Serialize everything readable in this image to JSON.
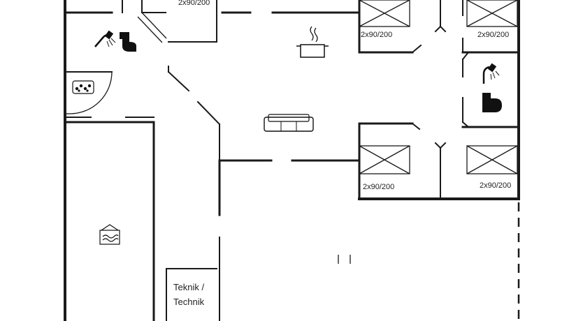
{
  "floorplan": {
    "labels": {
      "bed_top_center": "2x90/200",
      "bed_top_left_room": "2x90/200",
      "bed_top_right_room": "2x90/200",
      "bed_bottom_left_room": "2x90/200",
      "bed_bottom_right_room": "2x90/200",
      "technik_line1": "Teknik /",
      "technik_line2": "Technik"
    },
    "colors": {
      "wall": "#1a1a1a",
      "background": "#ffffff"
    },
    "icons": [
      "shower-icon",
      "toilet-icon",
      "cooking-pot-icon",
      "whirlpool-icon",
      "sofa-icon",
      "pool-icon",
      "bed-icon"
    ]
  }
}
